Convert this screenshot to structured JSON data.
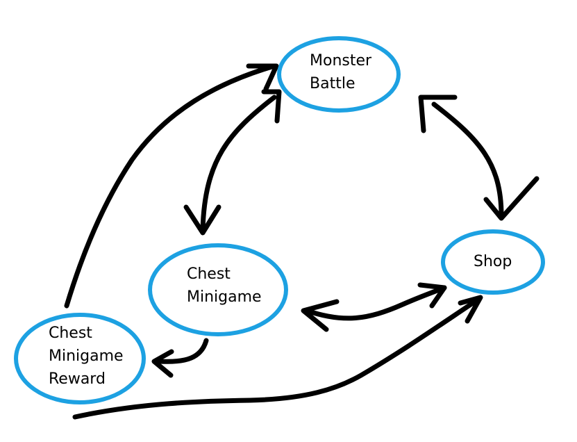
{
  "colors": {
    "background": "#ffffff",
    "node_border": "#1da1e2",
    "arrow": "#000000",
    "text": "#000000"
  },
  "nodes": [
    {
      "id": "monster-battle",
      "lines": [
        "Monster",
        "Battle"
      ]
    },
    {
      "id": "shop",
      "lines": [
        "Shop"
      ]
    },
    {
      "id": "chest-minigame",
      "lines": [
        "Chest",
        "Minigame"
      ]
    },
    {
      "id": "chest-minigame-reward",
      "lines": [
        "Chest",
        "Minigame",
        "Reward"
      ]
    }
  ],
  "edges": [
    {
      "from": "monster-battle",
      "to": "shop",
      "direction": "bidirectional"
    },
    {
      "from": "monster-battle",
      "to": "chest-minigame",
      "direction": "bidirectional"
    },
    {
      "from": "chest-minigame",
      "to": "shop",
      "direction": "bidirectional"
    },
    {
      "from": "chest-minigame",
      "to": "chest-minigame-reward",
      "direction": "forward"
    },
    {
      "from": "chest-minigame-reward",
      "to": "monster-battle",
      "direction": "forward"
    },
    {
      "from": "chest-minigame-reward",
      "to": "shop",
      "direction": "forward"
    }
  ]
}
